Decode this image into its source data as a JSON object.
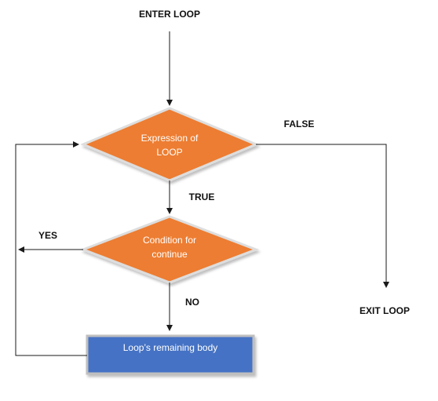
{
  "labels": {
    "enter": "ENTER LOOP",
    "false": "FALSE",
    "true": "TRUE",
    "yes": "YES",
    "no": "NO",
    "exit": "EXIT LOOP"
  },
  "shapes": {
    "expression": {
      "line1": "Expression of",
      "line2": "LOOP"
    },
    "condition": {
      "line1": "Condition for",
      "line2": "continue"
    },
    "body": {
      "text": "Loop’s remaining body"
    }
  },
  "colors": {
    "diamond_fill": "#ED7D31",
    "diamond_border": "#DDDDDD",
    "box_fill": "#4472C4",
    "box_border": "#BFBFBF",
    "line": "#1A1A1A",
    "text": "#111111"
  }
}
